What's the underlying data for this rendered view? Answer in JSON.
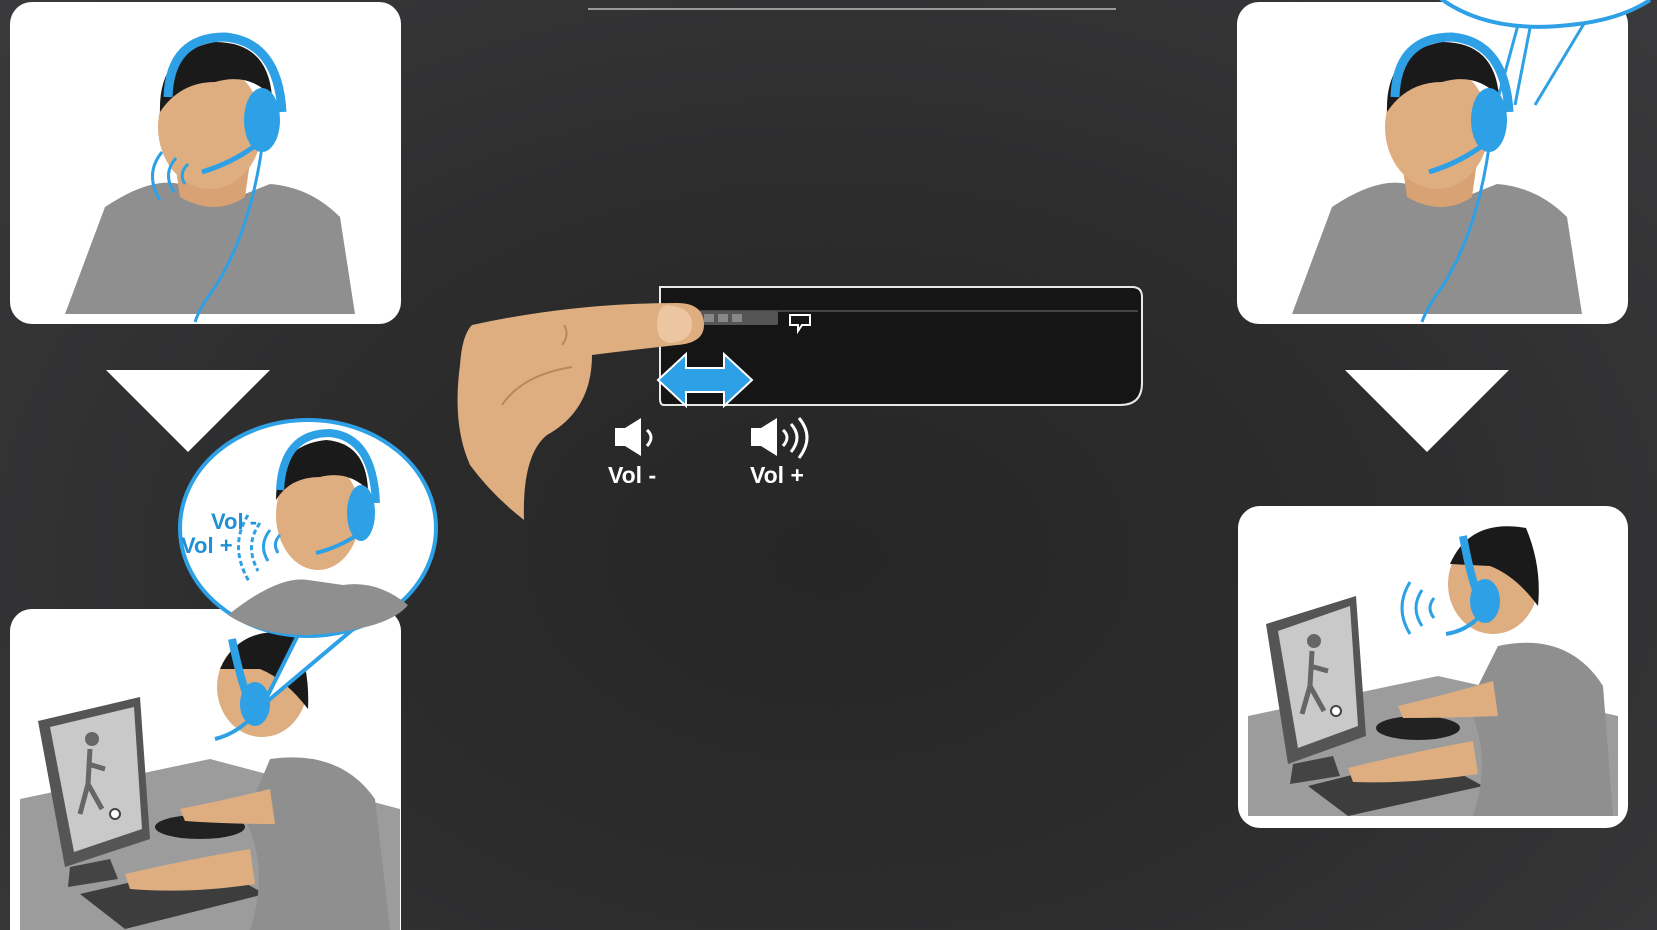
{
  "labels": {
    "vol_minus": "Vol -",
    "vol_plus": "Vol +",
    "zoom_vol_minus": "Vol -",
    "zoom_vol_plus": "Vol +"
  },
  "icons": [
    "speaker-low-icon",
    "speaker-high-icon",
    "double-arrow-icon",
    "chat-bubble-icon",
    "down-triangle-icon"
  ],
  "colors": {
    "accent_blue": "#2ea0e6",
    "background": "#2c2c2d",
    "panel": "#ffffff",
    "skin": "#deae80",
    "shirt": "#8f8f90"
  }
}
